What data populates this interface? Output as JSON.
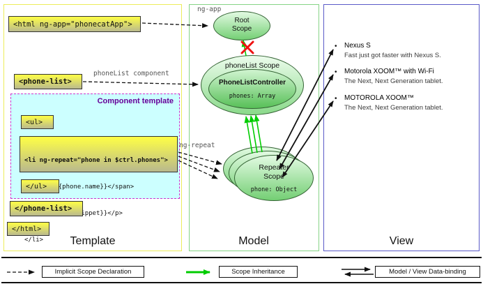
{
  "panels": {
    "template": {
      "label": "Template"
    },
    "model": {
      "label": "Model"
    },
    "view": {
      "label": "View"
    }
  },
  "template_code": {
    "html_open": "<html ng-app=\"phonecatApp\">",
    "ng_app_label": "ng-app",
    "phone_list_open": "<phone-list>",
    "phone_list_component_label": "phoneList component",
    "component_template_title": "Component template",
    "ul_open": "<ul>",
    "li_open_pre": "<li ng-repeat=\"phone in ",
    "li_open_bold": "$ctrl.phones",
    "li_open_post": "\">",
    "li_span": "  <span>{{phone.name}}</span>",
    "li_p": "  <p>{{phone.snippet}}</p>",
    "li_close": "</li>",
    "ng_repeat_label": "ng-repeat",
    "ul_close": "</ul>",
    "phone_list_close": "</phone-list>",
    "html_close": "</html>"
  },
  "model": {
    "root_scope_line1": "Root",
    "root_scope_line2": "Scope",
    "phonelist_scope_label": "phoneList Scope",
    "controller_label": "PhoneListController",
    "phones_property": "phones: Array",
    "repeater_line1": "Repeater",
    "repeater_line2": "Scope",
    "phone_property": "phone: Object"
  },
  "view": {
    "items": [
      {
        "title": "Nexus S",
        "subtitle": "Fast just got faster with Nexus S."
      },
      {
        "title": "Motorola XOOM™ with Wi-Fi",
        "subtitle": "The Next, Next Generation tablet."
      },
      {
        "title": "MOTOROLA XOOM™",
        "subtitle": "The Next, Next Generation tablet."
      }
    ]
  },
  "legend": {
    "implicit_scope": "Implicit Scope Declaration",
    "scope_inheritance": "Scope Inheritance",
    "data_binding": "Model / View Data-binding"
  },
  "colors": {
    "template_border": "#ecec5a",
    "model_border": "#86d386",
    "view_border": "#5a5ac8",
    "component_border": "#cc33cc",
    "component_bg": "#ccffff",
    "component_title": "#660099",
    "codebox_gradient_top": "#ffff45",
    "codebox_gradient_bottom": "#b9b98e",
    "ellipse_gradient_top": "#e2fae2",
    "ellipse_gradient_bottom": "#74cf74",
    "green_arrow": "#00cc00",
    "red_x": "#ee1111",
    "label_gray": "#555555"
  }
}
